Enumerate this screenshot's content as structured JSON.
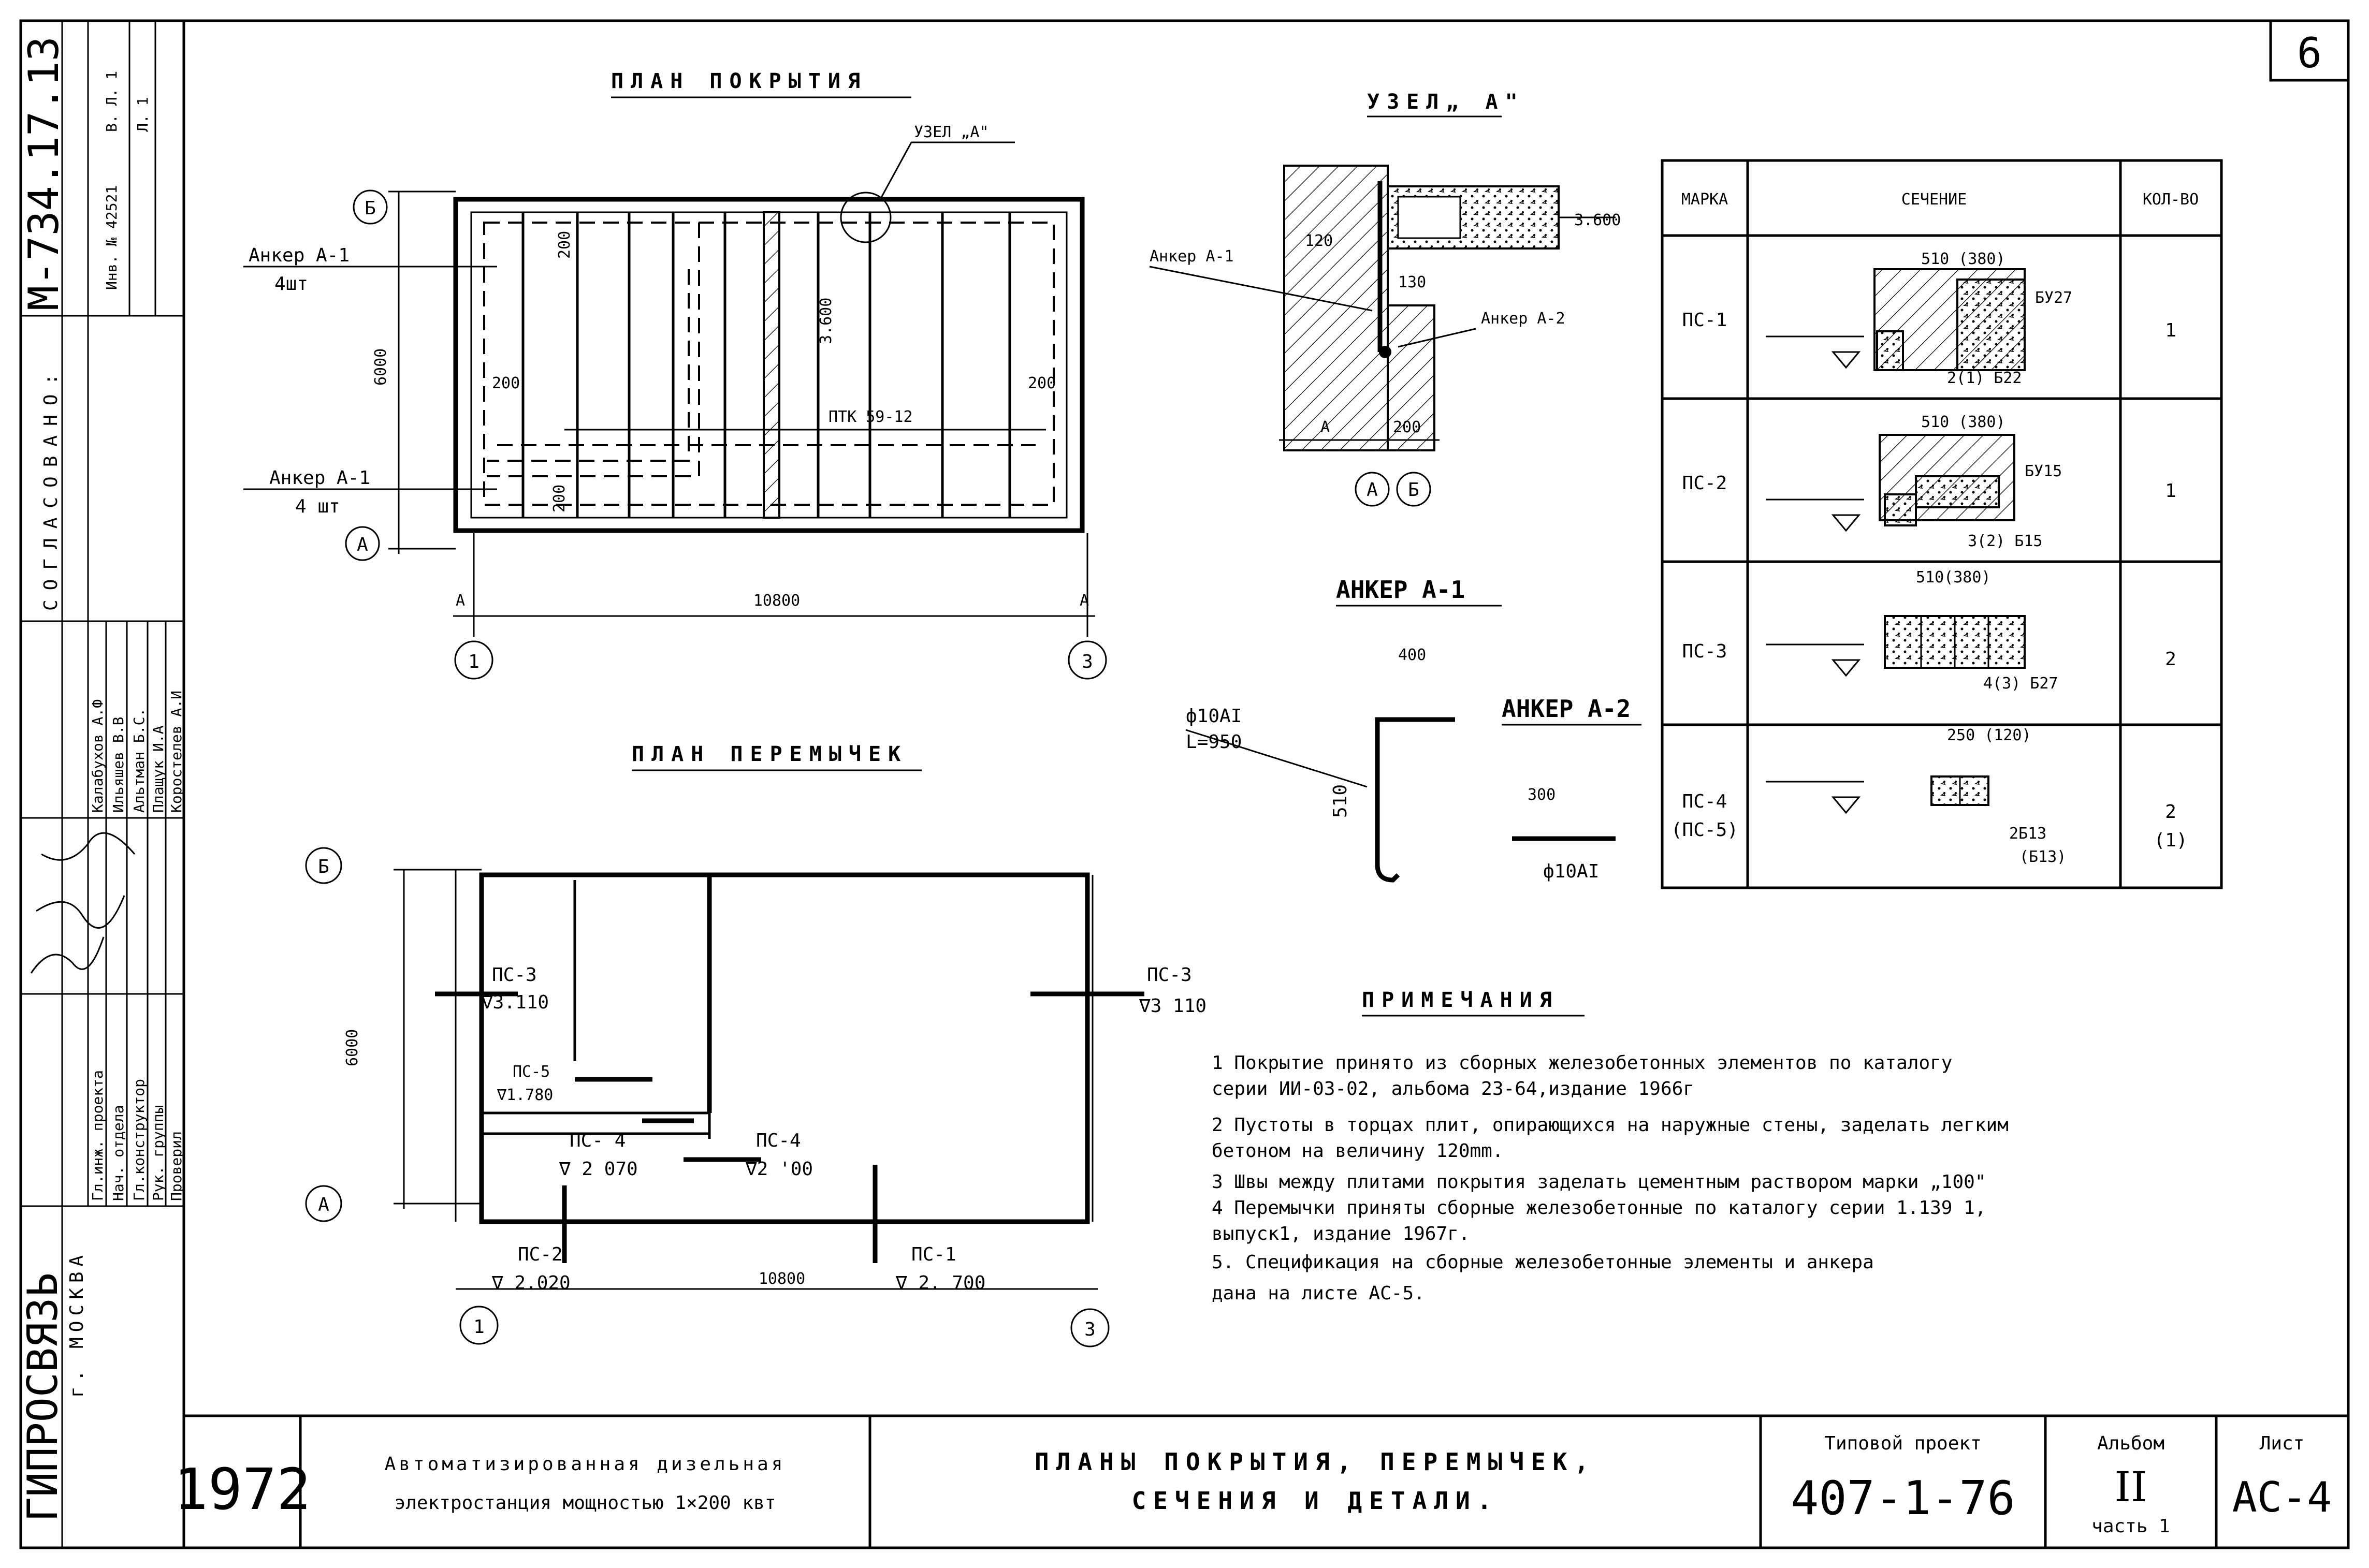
{
  "sheet_number": "6",
  "plan_roof": {
    "title": "ПЛАН ПОКРЫТИЯ",
    "node_ref": "УЗЕЛ „А\"",
    "anchor_top": "Анкер А-1",
    "anchor_top_qty": "4шт",
    "anchor_bottom": "Анкер А-1",
    "anchor_bottom_qty": "4 шт",
    "dim_200_a": "200",
    "dim_200_b": "200",
    "dim_200_c": "200",
    "dim_200_d": "200",
    "dim_3600": "3.600",
    "slab_mark": "ПТК 59-12",
    "dim_6000": "6000",
    "dim_10800": "10800",
    "axis_b": "Б",
    "axis_a": "А",
    "axis_1": "1",
    "axis_3": "3",
    "small_a1": "А",
    "small_a2": "А"
  },
  "node_a": {
    "title": "УЗЕЛ„ А\"",
    "anchor1": "Анкер А-1",
    "anchor2": "Анкер А-2",
    "dim_120": "120",
    "dim_130": "130",
    "dim_3600": "3.600",
    "dim_a": "А",
    "dim_200": "200",
    "axis_a": "А",
    "axis_b": "Б"
  },
  "anchor_a1": {
    "title": "АНКЕР А-1",
    "dim_400": "400",
    "dia": "ф10АI",
    "len": "L=950",
    "dim_510": "510"
  },
  "anchor_a2": {
    "title": "АНКЕР А-2",
    "dim_300": "300",
    "dia": "ф10АI"
  },
  "table": {
    "headers": [
      "МАРКА",
      "СЕЧЕНИЕ",
      "КОЛ-ВО"
    ],
    "rows": [
      {
        "mark": "ПС-1",
        "mark2": "",
        "dim": "510 (380)",
        "l1": "БУ27",
        "l2": "2(1) Б22",
        "qty": "1",
        "qty2": ""
      },
      {
        "mark": "ПС-2",
        "mark2": "",
        "dim": "510 (380)",
        "l1": "БУ15",
        "l2": "3(2) Б15",
        "qty": "1",
        "qty2": ""
      },
      {
        "mark": "ПС-3",
        "mark2": "",
        "dim": "510(380)",
        "l1": "",
        "l2": "4(3) Б27",
        "qty": "2",
        "qty2": ""
      },
      {
        "mark": "ПС-4",
        "mark2": "(ПС-5)",
        "dim": "250 (120)",
        "l1": "",
        "l2": "2Б13",
        "l3": "(Б13)",
        "qty": "2",
        "qty2": "(1)"
      }
    ]
  },
  "plan_lintels": {
    "title": "ПЛАН ПЕРЕМЫЧЕК",
    "ps3_left": "ПС-3",
    "ps3_left_lvl": "∇3.110",
    "ps3_right": "ПС-3",
    "ps3_right_lvl": "∇3 110",
    "ps5": "ПС-5",
    "ps5_lvl": "∇1.780",
    "ps4a": "ПС- 4",
    "ps4a_lvl": "∇ 2 070",
    "ps4b": "ПС-4",
    "ps4b_lvl": "∇2 '00",
    "ps2": "ПС-2",
    "ps2_lvl": "∇ 2.020",
    "ps1": "ПС-1",
    "ps1_lvl": "∇ 2. 700",
    "dim_6000": "6000",
    "dim_10800": "10800",
    "axis_b": "Б",
    "axis_a": "А",
    "axis_1": "1",
    "axis_3": "3"
  },
  "notes": {
    "title": "ПРИМЕЧАНИЯ",
    "lines": [
      "1  Покрытие принято из сборных   железобетонных элементов   по каталогу",
      "    серии ИИ-03-02,  альбома 23-64,издание 1966г",
      "2  Пустоты в торцах плит, опирающихся на наружные стены, заделать легким",
      "    бетоном на величину 120mm.",
      "3  Швы между плитами покрытия заделать цементным раствором марки „100\"",
      "4  Перемычки приняты  сборные  железобетонные по каталогу серии 1.139 1,",
      "    выпуск1,  издание 1967г.",
      "5. Спецификация на сборные железобетонные элементы  и анкера",
      "    дана на листе АС-5."
    ]
  },
  "left_strip": {
    "doc_code": "М-734.17.13",
    "inv": "Инв. № 42521",
    "v": "В. Л. 1",
    "l": "Л. 1",
    "agreed": "СОГЛАСОВАНО:",
    "roles": [
      "Гл.инж. проекта",
      "Нач. отдела",
      "Гл.конструктор",
      "Рук. группы",
      "Проверил"
    ],
    "names": [
      "Калабухов А.Ф",
      "Ильяшев В.В",
      "Альтман Б.С.",
      "Плащук И.А",
      "Коростелев А.И"
    ],
    "org": "ГИПРОСВЯЗЬ",
    "city": "г. МОСКВА"
  },
  "title_block": {
    "year": "1972",
    "project_l1": "Автоматизированная дизельная",
    "project_l2": "электростанция мощностью 1×200 квт",
    "sheet_l1": "ПЛАНЫ ПОКРЫТИЯ, ПЕРЕМЫЧЕК,",
    "sheet_l2": "СЕЧЕНИЯ И ДЕТАЛИ.",
    "type_label": "Типовой проект",
    "type_value": "407-1-76",
    "album_label": "Альбом",
    "album_value": "II",
    "part": "часть 1",
    "list_label": "Лист",
    "list_value": "АС-4"
  }
}
